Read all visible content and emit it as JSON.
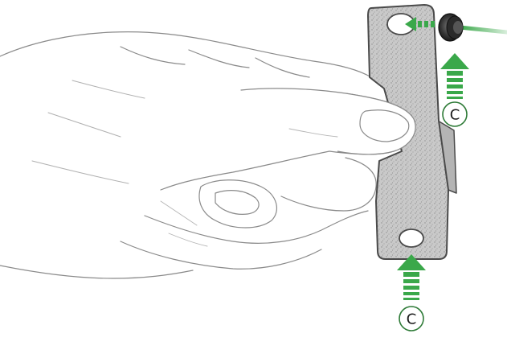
{
  "figure": {
    "background": "#ffffff",
    "subject_icon": "hand-holding-bracket-illustration",
    "colors": {
      "arrow": "#3aa84a",
      "bracket_fill": "#c8c8c8",
      "bracket_outline": "#4a4a4a",
      "sketch_line": "#8a8a8a",
      "grommet": "#3a3a3a"
    }
  },
  "callouts": [
    {
      "id": "top",
      "label": "C",
      "icon": "up-arrow-icon"
    },
    {
      "id": "bottom",
      "label": "C",
      "icon": "up-arrow-icon"
    }
  ],
  "grommet": {
    "icon": "rubber-grommet-icon",
    "arrow_icon": "left-arrow-icon"
  }
}
